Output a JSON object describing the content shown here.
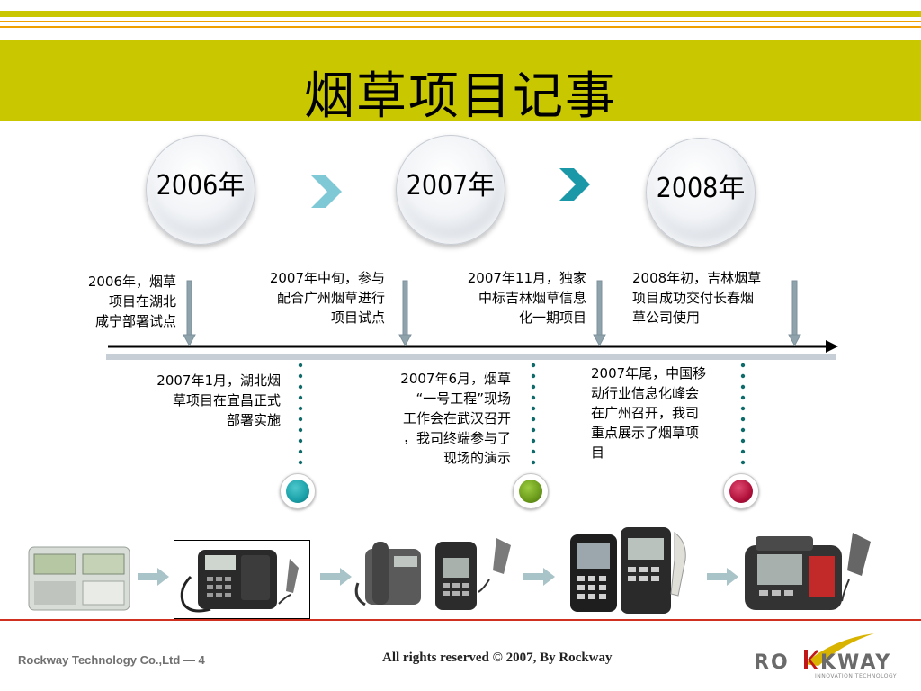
{
  "title": "烟草项目记事",
  "years": [
    "2006年",
    "2007年",
    "2008年"
  ],
  "notes_top": [
    "2006年，烟草\n项目在湖北\n咸宁部署试点",
    "2007年中旬，参与\n配合广州烟草进行\n项目试点",
    "2007年11月，独家\n中标吉林烟草信息\n化一期项目",
    "2008年初，吉林烟草\n项目成功交付长春烟\n草公司使用"
  ],
  "notes_bottom": [
    "2007年1月，湖北烟\n草项目在宜昌正式\n部署实施",
    "2007年6月，烟草\n“一号工程”现场\n工作会在武汉召开\n，我司终端参与了\n现场的演示",
    "2007年尾，中国移\n动行业信息化峰会\n在广州召开，我司\n重点展示了烟草项\n目"
  ],
  "milestone_colors": [
    "#1aa0a8",
    "#6a9a1a",
    "#b0103a"
  ],
  "colors": {
    "title_band": "#c9c800",
    "stripe_yellow": "#c9c800",
    "stripe_orange": "#f0a000",
    "chevron_light": "#7fc8d6",
    "chevron_dark": "#1a98a8",
    "footer_line": "#d03020",
    "logo_red": "#c01818",
    "logo_gray": "#6a6a6a"
  },
  "footer": {
    "left": "Rockway Technology Co.,Ltd — 4",
    "center": "All rights reserved © 2007,  By Rockway",
    "logo_left": "RO",
    "logo_right": "KWAY",
    "logo_tagline": "INNOVATION TECHNOLOGY"
  },
  "icons": {
    "chevron": "chevron-right-icon",
    "arrow": "arrow-right-icon"
  }
}
